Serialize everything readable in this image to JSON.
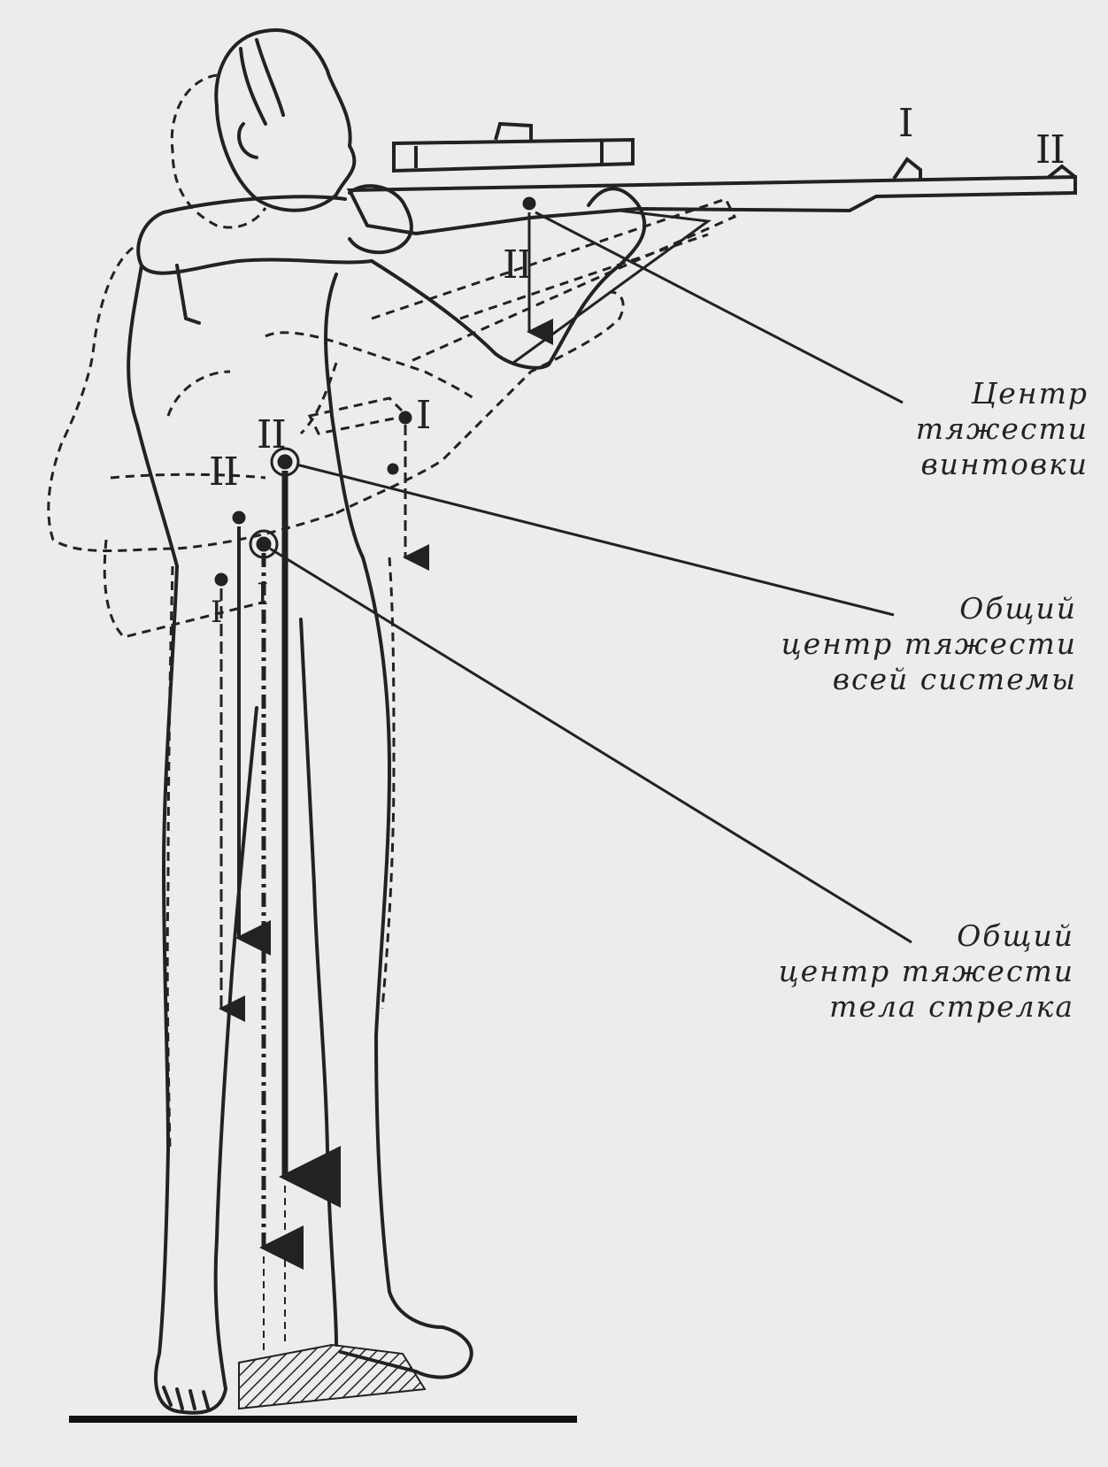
{
  "markers": {
    "position_one": "I",
    "position_two": "II"
  },
  "callouts": {
    "rifle_cg": {
      "lines": [
        "Центр",
        "тяжести",
        "винтовки"
      ]
    },
    "system_cg": {
      "lines": [
        "Общий",
        "центр тяжести",
        "всей системы"
      ]
    },
    "body_cg": {
      "lines": [
        "Общий",
        "центр тяжести",
        "тела стрелка"
      ]
    }
  },
  "colors": {
    "ink": "#222222",
    "paper": "#ececec"
  }
}
